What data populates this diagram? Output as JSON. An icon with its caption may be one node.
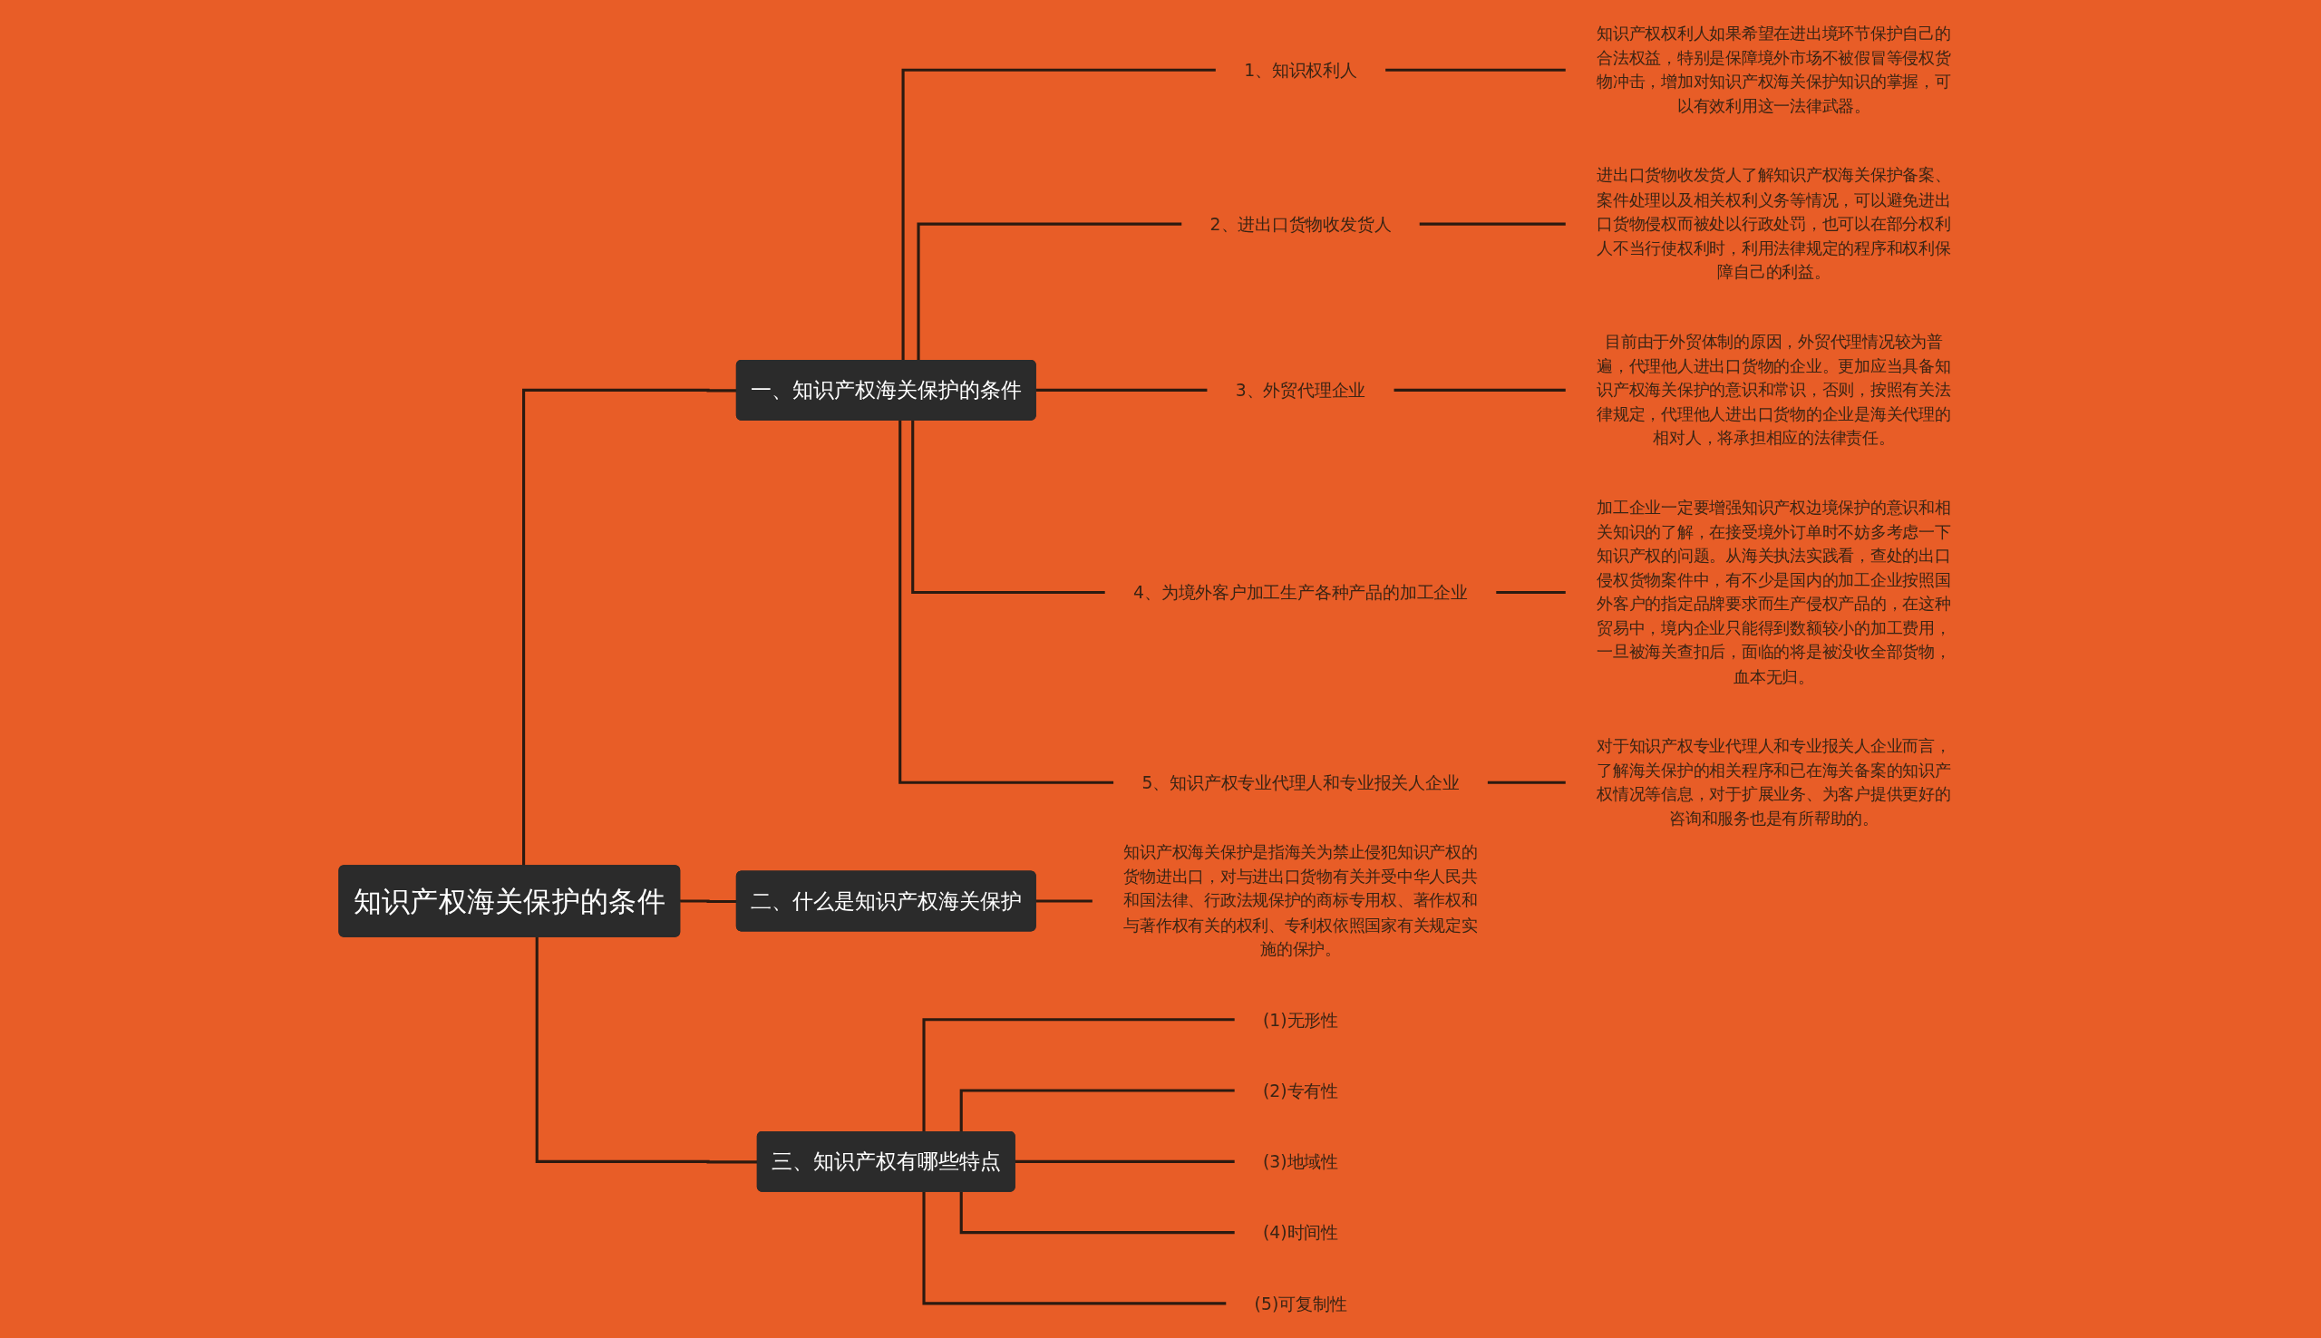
{
  "diagram": {
    "nodes": [
      {
        "text": [
          "知识产权海关保护的条件"
        ]
      },
      {
        "text": [
          "一、知识产权海关保护的条件"
        ]
      },
      {
        "text": [
          "1、知识权利人"
        ]
      },
      {
        "text": [
          "知识产权权利人如果希望在进出境环节保护自己的合法权益，特别是保障境外市场不被假冒等侵权货物冲击，增加对知识产权海关保护知识的掌握，可以有效利用这一法律武器。"
        ]
      },
      {
        "text": [
          "2、进出口货物收发货人"
        ]
      },
      {
        "text": [
          "进出口货物收发货人了解知识产权海关保护备案、案件处理以及相关权利义务等情况，可以避免进出口货物侵权而被处以行政处罚，也可以在部分权利人不当行使权利时，利用法律规定的程序和权利保障自己的利益。"
        ]
      },
      {
        "text": [
          "3、外贸代理企业"
        ]
      },
      {
        "text": [
          "目前由于外贸体制的原因，外贸代理情况较为普遍，代理他人进出口货物的企业。更加应当具备知识产权海关保护的意识和常识，否则，按照有关法律规定，代理他人进出口货物的企业是海关代理的相对人，将承担相应的法律责任。"
        ]
      },
      {
        "text": [
          "4、为境外客户加工生产各种产品的加工企业"
        ]
      },
      {
        "text": [
          "加工企业一定要增强知识产权边境保护的意识和相关知识的了解，在接受境外订单时不妨多考虑一下知识产权的问题。从海关执法实践看，查处的出口侵权货物案件中，有不少是国内的加工企业按照国外客户的指定品牌要求而生产侵权产品的，在这种贸易中，境内企业只能得到数额较小的加工费用，一旦被海关查扣后，面临的将是被没收全部货物，血本无归。"
        ]
      },
      {
        "text": [
          "5、知识产权专业代理人和专业报关人企业"
        ]
      },
      {
        "text": [
          "对于知识产权专业代理人和专业报关人企业而言，了解海关保护的相关程序和已在海关备案的知识产权情况等信息，对于扩展业务、为客户提供更好的咨询和服务也是有所帮助的。"
        ]
      },
      {
        "text": [
          "二、什么是知识产权海关保护"
        ]
      },
      {
        "text": [
          "知识产权海关保护是指海关为禁止侵犯知识产权的货物进出口，对与进出口货物有关并受中华人民共和国法律、行政法规保护的商标专用权、著作权和与著作权有关的权利、专利权依照国家有关规定实施的保护。"
        ]
      },
      {
        "text": [
          "三、知识产权有哪些特点"
        ]
      },
      {
        "text": [
          "(1)无形性"
        ]
      },
      {
        "text": [
          "(2)专有性"
        ]
      },
      {
        "text": [
          "(3)地域性"
        ]
      },
      {
        "text": [
          "(4)时间性"
        ]
      },
      {
        "text": [
          "(5)可复制性"
        ]
      }
    ],
    "edges": [
      {
        "from": 0,
        "to": 1,
        "arrow": "none"
      },
      {
        "from": 1,
        "to": 2,
        "arrow": "none"
      },
      {
        "from": 2,
        "to": 3,
        "arrow": "none"
      },
      {
        "from": 1,
        "to": 4,
        "arrow": "none"
      },
      {
        "from": 4,
        "to": 5,
        "arrow": "none"
      },
      {
        "from": 1,
        "to": 6,
        "arrow": "none"
      },
      {
        "from": 6,
        "to": 7,
        "arrow": "none"
      },
      {
        "from": 1,
        "to": 8,
        "arrow": "none"
      },
      {
        "from": 8,
        "to": 9,
        "arrow": "none"
      },
      {
        "from": 1,
        "to": 10,
        "arrow": "none"
      },
      {
        "from": 10,
        "to": 11,
        "arrow": "none"
      },
      {
        "from": 0,
        "to": 12,
        "arrow": "none"
      },
      {
        "from": 12,
        "to": 13,
        "arrow": "none"
      },
      {
        "from": 0,
        "to": 14,
        "arrow": "none"
      },
      {
        "from": 14,
        "to": 15,
        "arrow": "none"
      },
      {
        "from": 14,
        "to": 16,
        "arrow": "none"
      },
      {
        "from": 14,
        "to": 17,
        "arrow": "none"
      },
      {
        "from": 14,
        "to": 18,
        "arrow": "none"
      },
      {
        "from": 14,
        "to": 19,
        "arrow": "none"
      }
    ]
  }
}
